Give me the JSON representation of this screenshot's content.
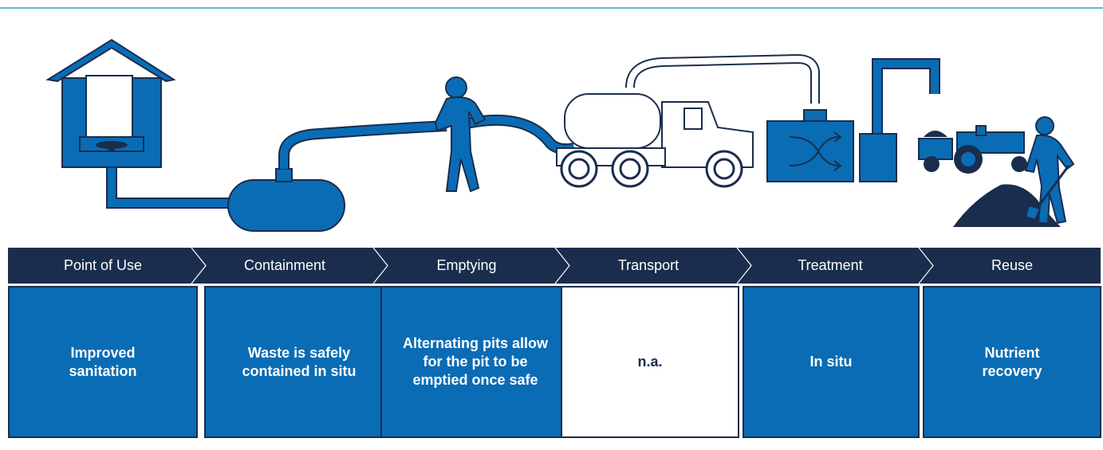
{
  "colors": {
    "navy": "#1a2d4d",
    "blue": "#0a6cb5",
    "rule": "#5bbad5",
    "na_box": "#ffffff"
  },
  "stages": [
    {
      "label": "Point of Use",
      "description": "Improved\nsanitation",
      "color": "#0a6cb5"
    },
    {
      "label": "Containment",
      "description": "Waste is safely contained in situ",
      "color": "#0a6cb5"
    },
    {
      "label": "Emptying",
      "description": "Alternating pits allow for the pit to be emptied once safe",
      "color": "#0a6cb5"
    },
    {
      "label": "Transport",
      "description": "n.a.",
      "color": "#ffffff"
    },
    {
      "label": "Treatment",
      "description": "In situ",
      "color": "#0a6cb5"
    },
    {
      "label": "Reuse",
      "description": "Nutrient\nrecovery",
      "color": "#0a6cb5"
    }
  ],
  "icons": [
    "latrine-icon",
    "tank-icon",
    "worker-icon",
    "truck-icon",
    "treatment-plant-icon",
    "tractor-icon",
    "farmer-icon"
  ]
}
